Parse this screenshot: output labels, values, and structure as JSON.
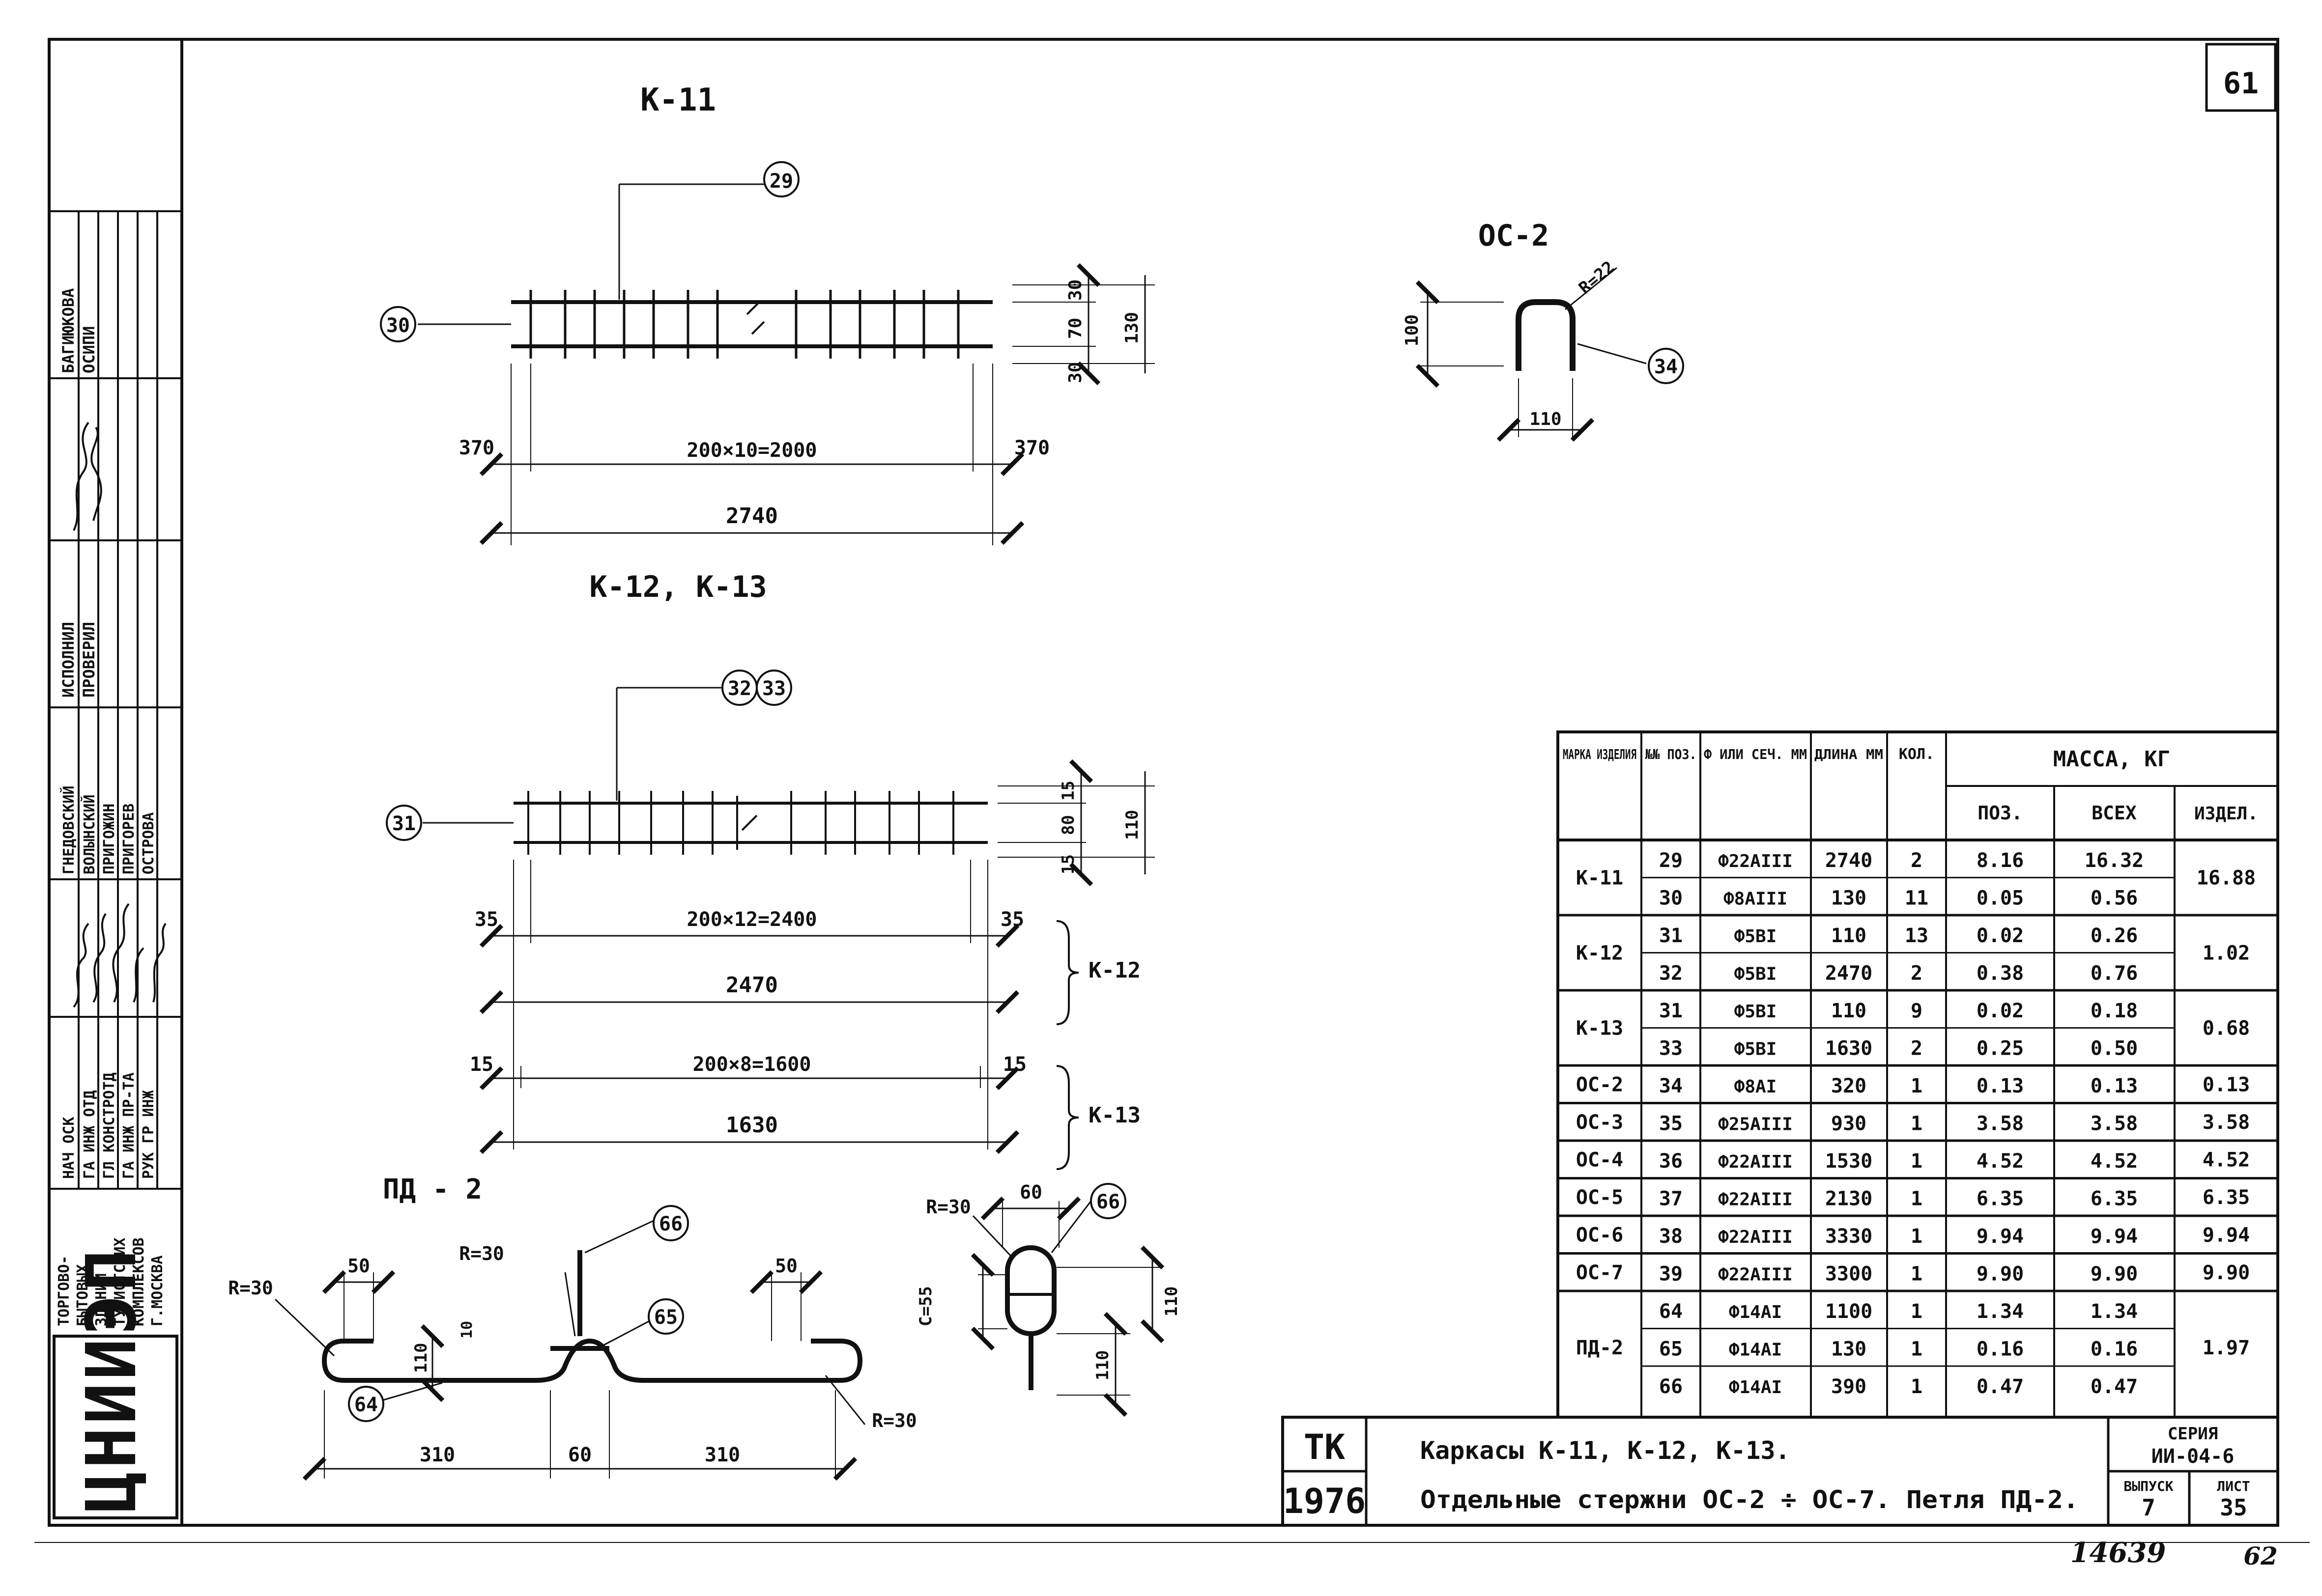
{
  "sheet_number": "61",
  "footer": {
    "stamp_number": "14639",
    "page_number": "62"
  },
  "organization": {
    "logo_text": "ЦНИИЭП",
    "lines": [
      "ТОРГОВО-",
      "БЫТОВЫХ",
      "ЗДАНИЙ И",
      "ТУРИСТСКИХ",
      "КОМПЛЕКСОВ",
      "Г.МОСКВА"
    ]
  },
  "signatures": {
    "roles": [
      "НАЧ ОСК",
      "ГА ИНЖ ОТД",
      "ГЛ КОНСТРОТД",
      "ГА ИНЖ ПР-ТА",
      "РУК ГР ИНЖ"
    ],
    "names": [
      "ГНЕДОВСКИЙ",
      "ВОЛЫНСКИЙ",
      "ПРИГОЖИН",
      "ПРИГОРЕВ",
      "ОСТРОВА"
    ],
    "roles2": [
      "ИСПОЛНИЛ",
      "ПРОВЕРИЛ"
    ],
    "names2": [
      "БАГИЮКОВА",
      "ОСИПИ"
    ]
  },
  "drawings": {
    "k11": {
      "title": "К-11",
      "pos_top": "29",
      "pos_left": "30",
      "dims_vertical": [
        "30",
        "70",
        "30",
        "130"
      ],
      "dim_left": "370",
      "dim_mid": "200×10=2000",
      "dim_right": "370",
      "dim_total": "2740"
    },
    "k12_13": {
      "title": "К-12, К-13",
      "pos_top_a": "32",
      "pos_top_b": "33",
      "pos_left": "31",
      "dims_vertical": [
        "15",
        "80",
        "15",
        "110"
      ],
      "k12": {
        "left": "35",
        "mid": "200×12=2400",
        "right": "35",
        "total": "2470",
        "label": "К-12"
      },
      "k13": {
        "left": "15",
        "mid": "200×8=1600",
        "right": "15",
        "total": "1630",
        "label": "К-13"
      }
    },
    "oc2": {
      "title": "ОС-2",
      "radius": "R=22",
      "height": "100",
      "width": "110",
      "pos": "34"
    },
    "pd2": {
      "title": "ПД - 2",
      "r1": "R=30",
      "r2": "R=30",
      "r3": "R=30",
      "dim_50a": "50",
      "dim_50b": "50",
      "dim_110": "110",
      "dim_10": "10",
      "dim_310a": "310",
      "dim_60": "60",
      "dim_310b": "310",
      "pos_64": "64",
      "pos_65": "65",
      "pos_66": "66"
    },
    "loop": {
      "r": "R=30",
      "w": "60",
      "pos": "66",
      "h1": "110",
      "h2": "110",
      "c": "C=55"
    }
  },
  "table": {
    "headers": {
      "mark": "МАРКА ИЗДЕЛИЯ",
      "pos": "№№ ПОЗ.",
      "dia": "Ф ИЛИ СЕЧ. ММ",
      "len": "ДЛИНА ММ",
      "qty": "КОЛ.",
      "mass": "МАССА, КГ",
      "mass_pos": "ПОЗ.",
      "mass_all": "ВСЕХ",
      "mass_item": "ИЗДЕЛ."
    },
    "groups": [
      {
        "mark": "К-11",
        "item": "16.88",
        "rows": [
          {
            "pos": "29",
            "dia": "Ф22АIII",
            "len": "2740",
            "qty": "2",
            "m_pos": "8.16",
            "m_all": "16.32"
          },
          {
            "pos": "30",
            "dia": "Ф8АIII",
            "len": "130",
            "qty": "11",
            "m_pos": "0.05",
            "m_all": "0.56"
          }
        ]
      },
      {
        "mark": "К-12",
        "item": "1.02",
        "rows": [
          {
            "pos": "31",
            "dia": "Ф5ВI",
            "len": "110",
            "qty": "13",
            "m_pos": "0.02",
            "m_all": "0.26"
          },
          {
            "pos": "32",
            "dia": "Ф5ВI",
            "len": "2470",
            "qty": "2",
            "m_pos": "0.38",
            "m_all": "0.76"
          }
        ]
      },
      {
        "mark": "К-13",
        "item": "0.68",
        "rows": [
          {
            "pos": "31",
            "dia": "Ф5ВI",
            "len": "110",
            "qty": "9",
            "m_pos": "0.02",
            "m_all": "0.18"
          },
          {
            "pos": "33",
            "dia": "Ф5ВI",
            "len": "1630",
            "qty": "2",
            "m_pos": "0.25",
            "m_all": "0.50"
          }
        ]
      },
      {
        "mark": "ОС-2",
        "item": "0.13",
        "rows": [
          {
            "pos": "34",
            "dia": "Ф8АI",
            "len": "320",
            "qty": "1",
            "m_pos": "0.13",
            "m_all": "0.13"
          }
        ]
      },
      {
        "mark": "ОС-3",
        "item": "3.58",
        "rows": [
          {
            "pos": "35",
            "dia": "Ф25АIII",
            "len": "930",
            "qty": "1",
            "m_pos": "3.58",
            "m_all": "3.58"
          }
        ]
      },
      {
        "mark": "ОС-4",
        "item": "4.52",
        "rows": [
          {
            "pos": "36",
            "dia": "Ф22АIII",
            "len": "1530",
            "qty": "1",
            "m_pos": "4.52",
            "m_all": "4.52"
          }
        ]
      },
      {
        "mark": "ОС-5",
        "item": "6.35",
        "rows": [
          {
            "pos": "37",
            "dia": "Ф22АIII",
            "len": "2130",
            "qty": "1",
            "m_pos": "6.35",
            "m_all": "6.35"
          }
        ]
      },
      {
        "mark": "ОС-6",
        "item": "9.94",
        "rows": [
          {
            "pos": "38",
            "dia": "Ф22АIII",
            "len": "3330",
            "qty": "1",
            "m_pos": "9.94",
            "m_all": "9.94"
          }
        ]
      },
      {
        "mark": "ОС-7",
        "item": "9.90",
        "rows": [
          {
            "pos": "39",
            "dia": "Ф22АIII",
            "len": "3300",
            "qty": "1",
            "m_pos": "9.90",
            "m_all": "9.90"
          }
        ]
      },
      {
        "mark": "ПД-2",
        "item": "1.97",
        "rows": [
          {
            "pos": "64",
            "dia": "Ф14АI",
            "len": "1100",
            "qty": "1",
            "m_pos": "1.34",
            "m_all": "1.34"
          },
          {
            "pos": "65",
            "dia": "Ф14АI",
            "len": "130",
            "qty": "1",
            "m_pos": "0.16",
            "m_all": "0.16"
          },
          {
            "pos": "66",
            "dia": "Ф14АI",
            "len": "390",
            "qty": "1",
            "m_pos": "0.47",
            "m_all": "0.47"
          }
        ]
      }
    ]
  },
  "title_block": {
    "tk": "ТК",
    "year": "1976",
    "title_line1": "Каркасы К-11, К-12, К-13.",
    "title_line2": "Отдельные стержни ОС-2 ÷ ОС-7. Петля ПД-2.",
    "series_label": "СЕРИЯ",
    "series": "ИИ-04-6",
    "issue_label": "ВЫПУСК",
    "issue": "7",
    "sheet_label": "ЛИСТ",
    "sheet": "35"
  }
}
